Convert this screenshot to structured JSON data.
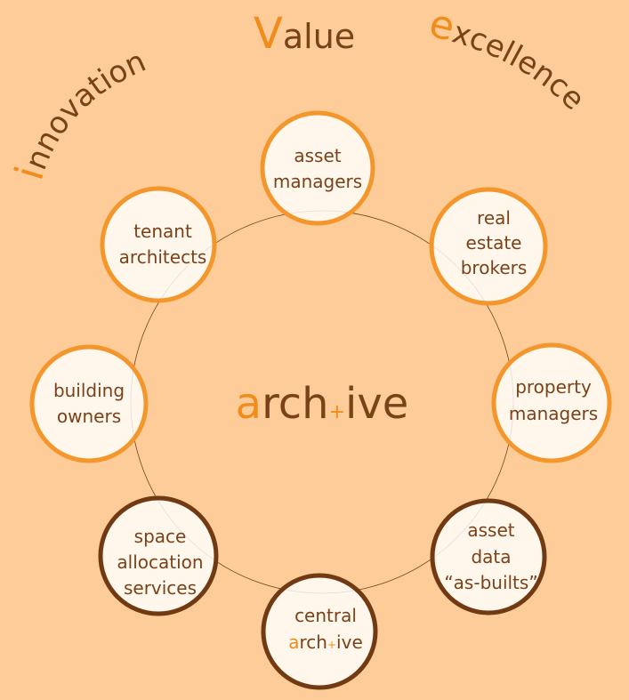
{
  "header_words": [
    {
      "initial": "i",
      "rest": "nnovation"
    },
    {
      "initial": "V",
      "rest": "alue"
    },
    {
      "initial": "e",
      "rest": "xcellence"
    }
  ],
  "center": {
    "accent": "a",
    "main1": "rch",
    "plus": "+",
    "main2": "ive"
  },
  "nodes": [
    {
      "id": "asset-managers",
      "lines": [
        "asset",
        "managers"
      ]
    },
    {
      "id": "real-estate-brokers",
      "lines": [
        "real",
        "estate",
        "brokers"
      ]
    },
    {
      "id": "property-managers",
      "lines": [
        "property",
        "managers"
      ]
    },
    {
      "id": "asset-data-as-builts",
      "lines": [
        "asset",
        "data",
        "“as-builts”"
      ]
    },
    {
      "id": "central-archive",
      "lines": [
        "central"
      ],
      "brand": {
        "accent": "a",
        "main1": "rch",
        "plus": "+",
        "main2": "ive"
      }
    },
    {
      "id": "space-allocation-services",
      "lines": [
        "space",
        "allocation",
        "services"
      ]
    },
    {
      "id": "building-owners",
      "lines": [
        "building",
        "owners"
      ]
    },
    {
      "id": "tenant-architects",
      "lines": [
        "tenant",
        "architects"
      ]
    }
  ],
  "colors": {
    "background": "#fdcc98",
    "accent": "#f18c1b",
    "text": "#7a4219",
    "node_fill": "#ffffff",
    "light_ring": "#f3962c",
    "dark_ring": "#713a12",
    "orbit": "#7a4219"
  },
  "ring_styles": {
    "asset-managers": "light",
    "real-estate-brokers": "light",
    "property-managers": "light",
    "asset-data-as-builts": "dark",
    "central-archive": "dark",
    "space-allocation-services": "dark",
    "building-owners": "light",
    "tenant-architects": "light"
  }
}
